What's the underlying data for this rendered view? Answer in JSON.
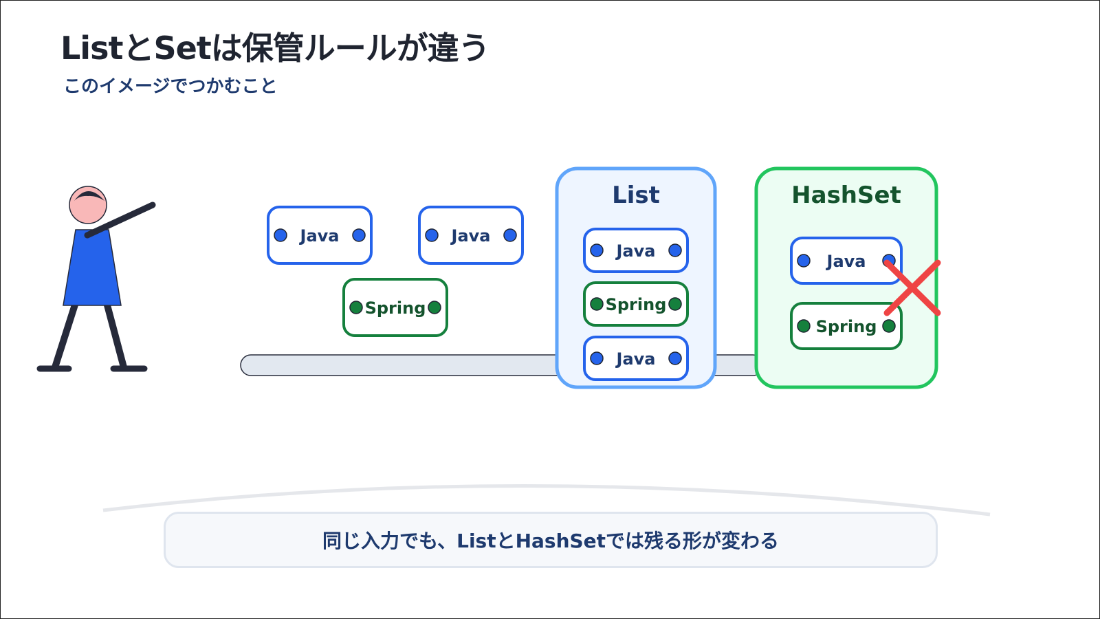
{
  "title": "ListとSetは保管ルールが違う",
  "subtitle": "このイメージでつかむこと",
  "caption": "同じ入力でも、ListとHashSetでは残る形が変わる",
  "incoming_items": [
    {
      "label": "Java",
      "color": "blue"
    },
    {
      "label": "Java",
      "color": "blue"
    },
    {
      "label": "Spring",
      "color": "green"
    }
  ],
  "list_box": {
    "title": "List",
    "items": [
      {
        "label": "Java",
        "color": "blue"
      },
      {
        "label": "Spring",
        "color": "green"
      },
      {
        "label": "Java",
        "color": "blue"
      }
    ]
  },
  "hashset_box": {
    "title": "HashSet",
    "items": [
      {
        "label": "Java",
        "color": "blue"
      },
      {
        "label": "Spring",
        "color": "green"
      }
    ],
    "rejected_marker": "cross-icon"
  },
  "colors": {
    "blue": "#2563eb",
    "green": "#15803d",
    "list_border": "#60a5fa",
    "list_fill": "#eef5ff",
    "set_border": "#22c55e",
    "set_fill": "#ecfdf3",
    "cross": "#ef4444",
    "person_body": "#2563eb",
    "person_head": "#f9b8b8",
    "dark": "#262a3a"
  }
}
